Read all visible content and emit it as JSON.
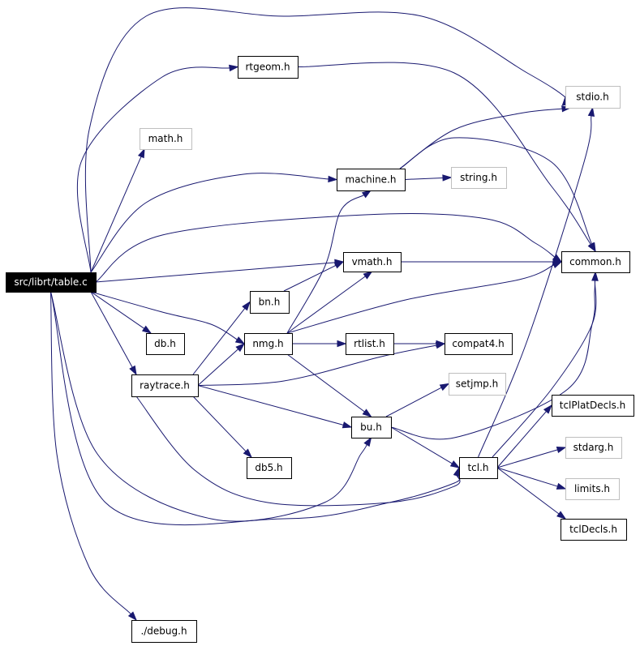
{
  "colors": {
    "edge": "#191970",
    "root_fill": "#000000",
    "root_text": "#ffffff",
    "node_border": "#000000",
    "external_border": "#bfbfbf"
  },
  "nodes": [
    {
      "id": "table_c",
      "label": "src/librt/table.c",
      "style": "root"
    },
    {
      "id": "rtgeom_h",
      "label": "rtgeom.h",
      "style": "normal"
    },
    {
      "id": "stdio_h",
      "label": "stdio.h",
      "style": "external"
    },
    {
      "id": "math_h",
      "label": "math.h",
      "style": "external"
    },
    {
      "id": "machine_h",
      "label": "machine.h",
      "style": "normal"
    },
    {
      "id": "string_h",
      "label": "string.h",
      "style": "external"
    },
    {
      "id": "common_h",
      "label": "common.h",
      "style": "normal"
    },
    {
      "id": "vmath_h",
      "label": "vmath.h",
      "style": "normal"
    },
    {
      "id": "bn_h",
      "label": "bn.h",
      "style": "normal"
    },
    {
      "id": "db_h",
      "label": "db.h",
      "style": "normal"
    },
    {
      "id": "nmg_h",
      "label": "nmg.h",
      "style": "normal"
    },
    {
      "id": "rtlist_h",
      "label": "rtlist.h",
      "style": "normal"
    },
    {
      "id": "compat4_h",
      "label": "compat4.h",
      "style": "normal"
    },
    {
      "id": "raytrace_h",
      "label": "raytrace.h",
      "style": "normal"
    },
    {
      "id": "setjmp_h",
      "label": "setjmp.h",
      "style": "external"
    },
    {
      "id": "tclPlatDecls_h",
      "label": "tclPlatDecls.h",
      "style": "normal"
    },
    {
      "id": "bu_h",
      "label": "bu.h",
      "style": "normal"
    },
    {
      "id": "stdarg_h",
      "label": "stdarg.h",
      "style": "external"
    },
    {
      "id": "db5_h",
      "label": "db5.h",
      "style": "normal"
    },
    {
      "id": "tcl_h",
      "label": "tcl.h",
      "style": "normal"
    },
    {
      "id": "limits_h",
      "label": "limits.h",
      "style": "external"
    },
    {
      "id": "tclDecls_h",
      "label": "tclDecls.h",
      "style": "normal"
    },
    {
      "id": "debug_h",
      "label": "./debug.h",
      "style": "normal"
    }
  ],
  "edges": [
    [
      "table_c",
      "stdio_h"
    ],
    [
      "table_c",
      "rtgeom_h"
    ],
    [
      "table_c",
      "math_h"
    ],
    [
      "table_c",
      "machine_h"
    ],
    [
      "table_c",
      "common_h"
    ],
    [
      "table_c",
      "vmath_h"
    ],
    [
      "table_c",
      "nmg_h"
    ],
    [
      "table_c",
      "db_h"
    ],
    [
      "table_c",
      "raytrace_h"
    ],
    [
      "table_c",
      "bu_h"
    ],
    [
      "table_c",
      "tcl_h"
    ],
    [
      "table_c",
      "debug_h"
    ],
    [
      "rtgeom_h",
      "common_h"
    ],
    [
      "machine_h",
      "stdio_h"
    ],
    [
      "machine_h",
      "string_h"
    ],
    [
      "machine_h",
      "common_h"
    ],
    [
      "vmath_h",
      "common_h"
    ],
    [
      "bn_h",
      "vmath_h"
    ],
    [
      "nmg_h",
      "machine_h"
    ],
    [
      "nmg_h",
      "vmath_h"
    ],
    [
      "nmg_h",
      "common_h"
    ],
    [
      "nmg_h",
      "rtlist_h"
    ],
    [
      "nmg_h",
      "bu_h"
    ],
    [
      "rtlist_h",
      "compat4_h"
    ],
    [
      "raytrace_h",
      "bn_h"
    ],
    [
      "raytrace_h",
      "nmg_h"
    ],
    [
      "raytrace_h",
      "compat4_h"
    ],
    [
      "raytrace_h",
      "bu_h"
    ],
    [
      "raytrace_h",
      "db5_h"
    ],
    [
      "raytrace_h",
      "tcl_h"
    ],
    [
      "bu_h",
      "setjmp_h"
    ],
    [
      "bu_h",
      "common_h"
    ],
    [
      "bu_h",
      "tcl_h"
    ],
    [
      "tcl_h",
      "stdio_h"
    ],
    [
      "tcl_h",
      "common_h"
    ],
    [
      "tcl_h",
      "tclPlatDecls_h"
    ],
    [
      "tcl_h",
      "stdarg_h"
    ],
    [
      "tcl_h",
      "limits_h"
    ],
    [
      "tcl_h",
      "tclDecls_h"
    ]
  ]
}
